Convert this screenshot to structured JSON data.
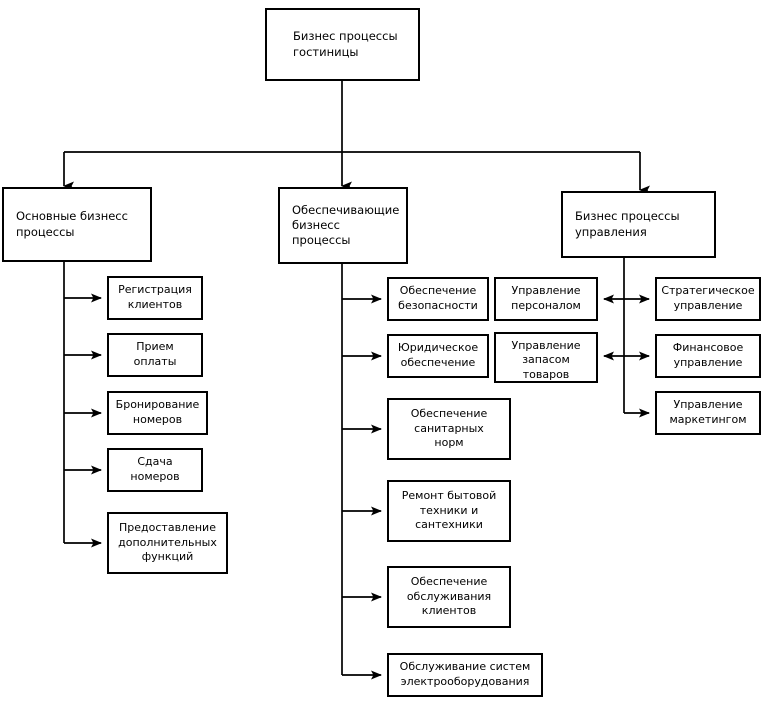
{
  "diagram": {
    "title": "Бизнес процессы гостиницы",
    "type": "organizational-hierarchy",
    "colors": {
      "background": "#ffffff",
      "box_border": "#000000",
      "box_fill": "#ffffff",
      "connector": "#000000",
      "text": "#000000"
    }
  },
  "root": {
    "label": "Бизнес процессы\nгостиницы"
  },
  "branches": [
    {
      "key": "core",
      "label": "Основные бизнесс\nпроцессы",
      "children": [
        {
          "label": "Регистрация\nклиентов"
        },
        {
          "label": "Прием\nоплаты"
        },
        {
          "label": "Бронирование\nномеров"
        },
        {
          "label": "Сдача\nномеров"
        },
        {
          "label": "Предоставление\nдополнительных\nфункций"
        }
      ]
    },
    {
      "key": "supporting",
      "label": "Обеспечивающие\nбизнесс\nпроцессы",
      "children": [
        {
          "label": "Обеспечение\nбезопасности"
        },
        {
          "label": "Юридическое\nобеспечение"
        },
        {
          "label": "Обеспечение\nсанитарных\nнорм"
        },
        {
          "label": "Ремонт бытовой\nтехники и\nсантехники"
        },
        {
          "label": "Обеспечение\nобслуживания\nклиентов"
        },
        {
          "label": "Обслуживание систем\nэлектрооборудования"
        }
      ]
    },
    {
      "key": "management",
      "label": "Бизнес процессы\nуправления",
      "children_left": [
        {
          "label": "Управление\nперсоналом"
        },
        {
          "label": "Управление\nзапасом\nтоваров"
        }
      ],
      "children_right": [
        {
          "label": "Стратегическое\nуправление"
        },
        {
          "label": "Финансовое\nуправление"
        },
        {
          "label": "Управление\nмаркетингом"
        }
      ]
    }
  ]
}
